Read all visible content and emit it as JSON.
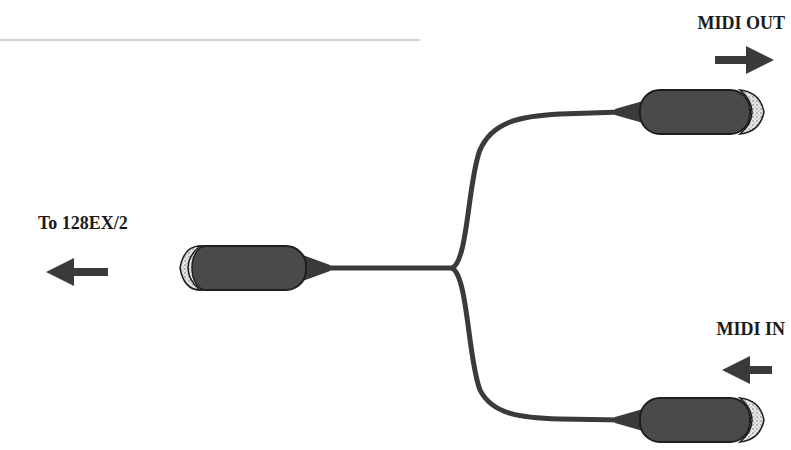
{
  "diagram": {
    "labels": [
      "MIDI OUT",
      "To 128EX/2",
      "MIDI IN"
    ]
  }
}
